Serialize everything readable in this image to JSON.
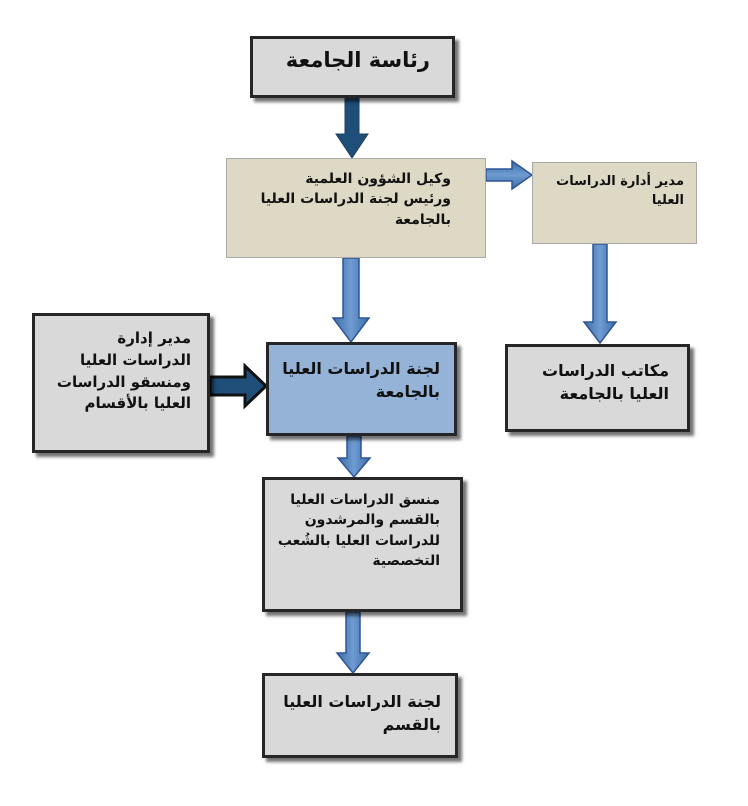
{
  "colors": {
    "gray_box": "#d9d9d9",
    "beige_box": "#ddd9c4",
    "blue_box": "#95b3d7",
    "arrow_blue": "#4f81bd",
    "arrow_navy": "#1f4e79",
    "arrow_dark": "#262626"
  },
  "nodes": {
    "university_presidency": "رئاسة الجامعة",
    "vice_president": "وكيل الشؤون العلمية\nورئيس لجنة الدراسات العليا\nبالجامعة",
    "grad_director": "مدير أدارة الدراسات\nالعليا",
    "grad_offices": "مكاتب الدراسات\nالعليا بالجامعة",
    "grad_director_coordinators": "مدير إدارة\nالدراسات العليا\nومنسقو الدراسات\nالعليا بالأقسام",
    "university_grad_committee": "لجنة الدراسات العليا\nبالجامعة",
    "dept_coordinator_advisors": "منسق الدراسات العليا\nبالقسم والمرشدون\nللدراسات العليا بالشُعب\nالتخصصية",
    "dept_grad_committee": "لجنة الدراسات العليا\nبالقسم"
  }
}
